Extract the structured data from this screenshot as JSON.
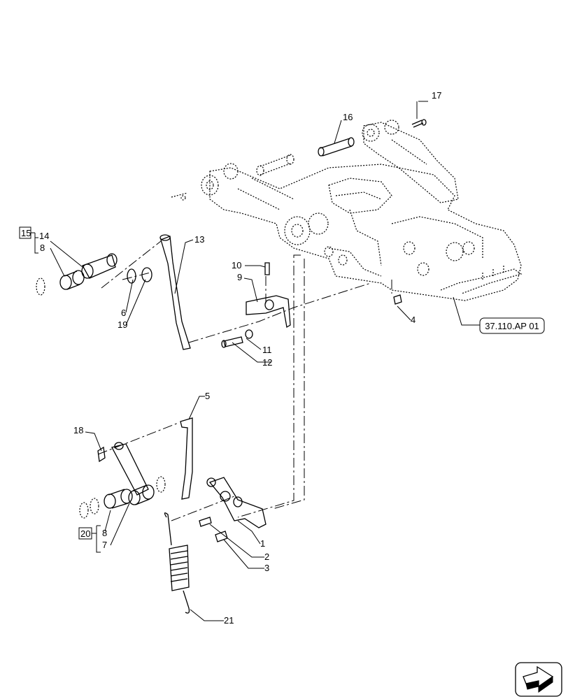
{
  "callouts": {
    "c1": "1",
    "c2": "2",
    "c3": "3",
    "c4": "4",
    "c5": "5",
    "c6": "6",
    "c7": "7",
    "c8a": "8",
    "c8b": "8",
    "c9": "9",
    "c10": "10",
    "c11": "11",
    "c12": "12",
    "c13": "13",
    "c14": "14",
    "c16": "16",
    "c17": "17",
    "c18": "18",
    "c19": "19",
    "c21": "21"
  },
  "kits": {
    "kit15": "15",
    "kit20": "20"
  },
  "reference": {
    "label": "37.110.AP 01"
  },
  "nav": {
    "icon": "next-page-arrow-icon"
  }
}
